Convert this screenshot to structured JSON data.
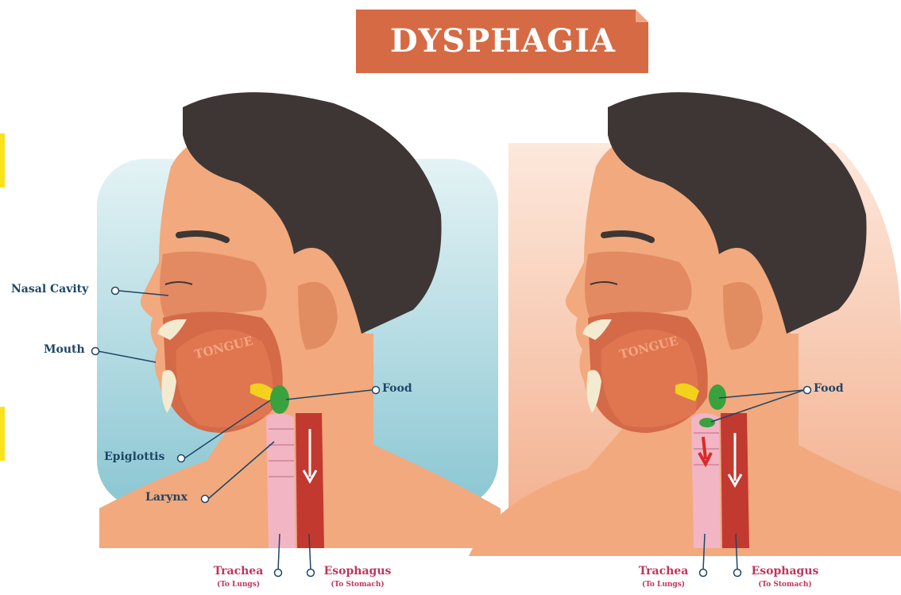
{
  "title": "DYSPHAGIA",
  "labels": {
    "nasal_cavity": "Nasal Cavity",
    "mouth": "Mouth",
    "food": "Food",
    "epiglottis": "Epiglottis",
    "larynx": "Larynx",
    "tongue": "TONGUE",
    "trachea": "Trachea",
    "trachea_sub": "(To Lungs)",
    "esophagus": "Esophagus",
    "esophagus_sub": "(To Stomach)"
  },
  "colors": {
    "title_banner": "#d66a45",
    "skin": "#f0a57a",
    "skin_dark": "#d97a52",
    "hair": "#3d3634",
    "mouth_cavity": "#c65a3c",
    "tongue": "#d9704d",
    "trachea": "#f1b5c3",
    "esophagus": "#c2392f",
    "food": "#3aa13f",
    "epiglottis": "#f3d21e",
    "label_text": "#1f4566",
    "label_red": "#c0345a",
    "bg_left": "#bfe1e8",
    "bg_right": "#f6c7b0"
  }
}
